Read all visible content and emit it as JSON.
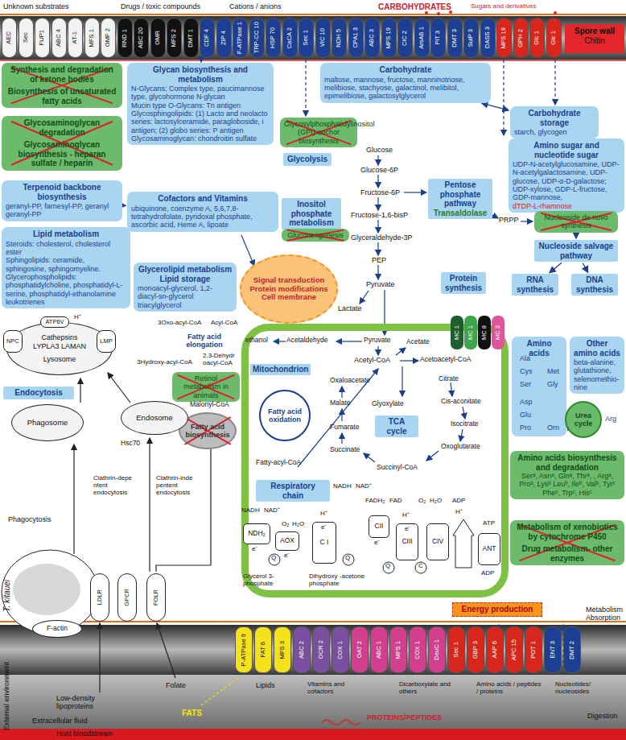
{
  "diagram": {
    "nodes": [
      {
        "text": [
          "Synthesis and degradation of ketone bodies",
          "Biosynthesis of unsaturated fatty acids"
        ]
      },
      {
        "text": [
          "Glycosaminoglycan degradation",
          "Glycosaminoglycan biosynthesis - heparan sulfate / heparin"
        ]
      },
      {
        "text": [
          "Glycan biosynthesis and metabolism",
          "N-Glycans; Complex type, paucimannose type, glycohormone N-glycan",
          "Mucin type O-Glycans: Tn antigen",
          "Glycosphingolipids: (1) Lacto and neolacto series: lactosylceramide, paragloboside, i antigen; (2) globo series: P antigen",
          "Glycosaminoglycan: chondroitin sulfate"
        ]
      },
      {
        "text": [
          "Carbohydrate",
          "maltose, mannose, fructose, manninotriose, melibiose, stachyose, galactinol, melibitol, epimelibiose, galactosylglycerol"
        ]
      },
      {
        "text": [
          "Carbohydrate storage",
          "starch, glycogen"
        ]
      },
      {
        "text": [
          "Glycosylphosphatidylinositol (GPI)-anchor biosynthesis"
        ]
      },
      {
        "text": [
          "Glycolysis"
        ]
      },
      {
        "text": [
          "Amino sugar and nucleotide sugar",
          "UDP-N-acetylglucosamine, UDP-N-acetylgalactosamine, UDP-glucose, UDP-α-D-galactose; UDP-xylose, GDP-L-fructose, GDP-mannose,",
          "dTDP-L-rhamnose"
        ]
      },
      {
        "text": [
          "Terpenoid backbone biosynthesis",
          "geranyl-PP, farnesyl-PP, geranyl geranyl-PP"
        ]
      },
      {
        "text": [
          "Cofactors and Vitamins",
          "ubiquinone, coenzyme A, 5,6,7,8-tetrahydrofolate, pyridoxal phosphate, ascorbic acid, Heme A, lipoate"
        ]
      },
      {
        "text": [
          "Inositol phosphate metabolism"
        ]
      },
      {
        "text": [
          "Gluconeogenesis"
        ]
      },
      {
        "text": [
          "Pentose phosphate pathway",
          "Transaldolase"
        ]
      },
      {
        "text": [
          "Nucleoside de novo synthesis"
        ]
      },
      {
        "text": [
          "Nucleoside salvage pathway"
        ]
      },
      {
        "text": [
          "Lipid metabolism",
          "Steroids: cholesterol, cholesterol ester",
          "Sphingolipids: ceramide, sphingosine, sphingomyeline.",
          "Glycerophospholipids: phosphatidylcholine, phosphatidyl-L-serine, phosphatidyl-ethanolamine",
          "leukotrienes"
        ]
      },
      {
        "text": [
          "Signal transduction",
          "Protein modifications",
          "Cell membrane"
        ]
      },
      {
        "text": [
          "Glycerolipid metabolism Lipid storage",
          "monoacyl-glycerol, 1,2-diacyl-sn-glycerol triacylglycerol"
        ]
      },
      {
        "text": [
          "Protein synthesis"
        ]
      },
      {
        "text": [
          "RNA synthesis"
        ]
      },
      {
        "text": [
          "DNA synthesis"
        ]
      },
      {
        "text": [
          "Amino acids"
        ]
      },
      {
        "text": [
          "Other amino acids",
          "beta-alanine, glutathione, selenomethio-nine"
        ]
      },
      {
        "text": [
          "Urea cycle"
        ]
      },
      {
        "text": [
          "Amino acids biosynthesis and degradation",
          "Serᵃ, Asnᵃ, Glnᵃ, Thrᵃ, , Argᵃ, Proᵃ, Lysᵇ Leuᵇ, Ileᵇ, Valᵇ, Tyrᶜ Pheᶜ, Trpᶜ, Hisᶜ"
        ]
      },
      {
        "text": [
          "Mitochondrion"
        ]
      },
      {
        "text": [
          "TCA cycle"
        ],
        "in": 25
      },
      {
        "text": [
          "Fatty acid oxidation"
        ],
        "in": 25
      },
      {
        "text": [
          "Respiratory chain"
        ],
        "in": 25
      },
      {
        "text": [
          "NDH₂"
        ],
        "in": 25
      },
      {
        "text": [
          "AOX"
        ],
        "in": 25
      },
      {
        "text": [
          "C I"
        ],
        "in": 25
      },
      {
        "text": [
          "CII"
        ],
        "in": 25
      },
      {
        "text": [
          "CIII"
        ],
        "in": 25
      },
      {
        "text": [
          "CIV"
        ],
        "in": 25
      },
      {
        "text": [
          "ANT"
        ],
        "in": 25
      },
      {
        "text": [
          "Retinol metabolism in animals"
        ]
      },
      {
        "text": [
          "Fatty acid biosynthesis"
        ]
      },
      {
        "text": [
          "Metabolism of xenobiotics by cytochrome P450",
          "Drug metabolism- other enzymes"
        ]
      },
      {
        "text": [
          "Energy production"
        ]
      },
      {
        "text": [
          "Endocytosis"
        ]
      },
      {
        "text": [
          "Cathepsins LYPLA3 LAMAN",
          "Lysosome"
        ]
      },
      {
        "text": [
          "NPC"
        ]
      },
      {
        "text": [
          "ATP6V"
        ]
      },
      {
        "text": [
          "LMP"
        ]
      },
      {
        "text": [
          "Phagosome"
        ]
      },
      {
        "text": [
          "Endosome"
        ]
      },
      {
        "text": [
          "LDLR"
        ]
      },
      {
        "text": [
          "GPCR"
        ]
      },
      {
        "text": [
          "FOLR"
        ]
      },
      {
        "text": [
          "F-actin"
        ]
      },
      {
        "text": [
          "Spore wall",
          "Chitin"
        ]
      },
      {
        "text": [
          "MC 1"
        ]
      },
      {
        "text": [
          "MC 1"
        ]
      },
      {
        "text": [
          "MC 8"
        ]
      },
      {
        "text": [
          "MC 3"
        ]
      },
      {
        "text": [
          "AEC"
        ]
      },
      {
        "text": [
          "Sec"
        ]
      },
      {
        "text": [
          "FUP1"
        ]
      },
      {
        "text": [
          "ABC 4"
        ]
      },
      {
        "text": [
          "AT-1"
        ]
      },
      {
        "text": [
          "MFS 1"
        ]
      },
      {
        "text": [
          "OMF 2"
        ]
      },
      {
        "text": [
          "RND 1"
        ]
      },
      {
        "text": [
          "ABC 20"
        ]
      },
      {
        "text": [
          "OMR"
        ]
      },
      {
        "text": [
          "MFS 2"
        ]
      },
      {
        "text": [
          "DMT 1"
        ]
      },
      {
        "text": [
          "CDF 4"
        ]
      },
      {
        "text": [
          "ZIP 4"
        ]
      },
      {
        "text": [
          "F-ATPase 1"
        ]
      },
      {
        "text": [
          "TRP-CC 10"
        ]
      },
      {
        "text": [
          "HSP 70"
        ]
      },
      {
        "text": [
          "CaCA 2"
        ]
      },
      {
        "text": [
          "Sec 1"
        ]
      },
      {
        "text": [
          "VIC 10"
        ]
      },
      {
        "text": [
          "NDH 5"
        ]
      },
      {
        "text": [
          "CPA1 3"
        ]
      },
      {
        "text": [
          "ABC 3"
        ]
      },
      {
        "text": [
          "MFS 19"
        ]
      },
      {
        "text": [
          "ClC 2"
        ]
      },
      {
        "text": [
          "ArsAB 1"
        ]
      },
      {
        "text": [
          "PiT 3"
        ]
      },
      {
        "text": [
          "DMT 3"
        ]
      },
      {
        "text": [
          "SulP 3"
        ]
      },
      {
        "text": [
          "DASS 3"
        ]
      },
      {
        "text": [
          "MFS 19"
        ]
      },
      {
        "text": [
          "GPH 2"
        ]
      },
      {
        "text": [
          "Glc 1"
        ]
      },
      {
        "text": [
          "Glc 1"
        ]
      },
      {
        "text": [
          "P-ATPase 9"
        ]
      },
      {
        "text": [
          "FAT 6"
        ]
      },
      {
        "text": [
          "MFS 3"
        ]
      },
      {
        "text": [
          "ABC 2"
        ]
      },
      {
        "text": [
          "OCR 2"
        ]
      },
      {
        "text": [
          "COX 1"
        ]
      },
      {
        "text": [
          "OAT 2"
        ]
      },
      {
        "text": [
          "ABC 1"
        ]
      },
      {
        "text": [
          "MFS 1"
        ]
      },
      {
        "text": [
          "COX 1"
        ]
      },
      {
        "text": [
          "DeuC 1"
        ]
      },
      {
        "text": [
          "Sec 1"
        ]
      },
      {
        "text": [
          "GBP 3"
        ]
      },
      {
        "text": [
          "AAP 6"
        ]
      },
      {
        "text": [
          "APC 15"
        ]
      },
      {
        "text": [
          "POT 1"
        ]
      },
      {
        "text": [
          "ENT 3"
        ]
      },
      {
        "text": [
          "DMT 2"
        ]
      }
    ],
    "edges": [
      {
        "from": 13,
        "to": 14,
        "arrow": "to"
      },
      {
        "from": 14,
        "to": 19,
        "arrow": "to"
      },
      {
        "from": 14,
        "to": 20,
        "arrow": "to"
      },
      {
        "from": 3,
        "to": 4,
        "arrow": "both"
      },
      {
        "from": 7,
        "to": 4,
        "arrow": "to"
      },
      {
        "from": 8,
        "to": 9,
        "arrow": "to"
      }
    ],
    "labels": [
      "Unknown substrates",
      "Drugs / toxic compounds",
      "Cations / anions",
      "CARBOHYDRATES",
      "Sugars and derivatives",
      "Glucose",
      "Glucose-6P",
      "Fructose-6P",
      "Fructose-1,6-bisP",
      "Glyceraldehyde-3P",
      "PEP",
      "Pyruvate",
      "Lactate",
      "PRPP",
      "ethanol",
      "Acetaldehyde",
      "Pyruvate",
      "Acetyl-CoA",
      "Acetate",
      "Acetoacetyl-CoA",
      "Oxaloacetate",
      "Citrate",
      "Malate",
      "Glyoxylate",
      "Cis-aconitate",
      "Fumarate",
      "Isocitrate",
      "Succinate",
      "Succinyl-CoA",
      "Oxoglutarate",
      "Fatty-acyl-CoA",
      "Ala",
      "Cys",
      "Met",
      "Ser",
      "Gly",
      "Asp",
      "Glu",
      "Pro",
      "Orn",
      "Arg",
      "3Oxo-acyl-CoA",
      "Acyl-CoA",
      "Fatty acid elongation",
      "3Hydroxy-acyl-CoA",
      "2,3-Dehydr oacyl-CoA",
      "Malonyl-CoA",
      "NADH",
      "NAD⁺",
      "O₂",
      "H₂O",
      "NADH",
      "NAD⁺",
      "H⁺",
      "FADH₂",
      "FAD",
      "H⁺",
      "O₂",
      "H₂O",
      "ADP",
      "H⁺",
      "ATP",
      "e⁻",
      "e⁻",
      "e⁻",
      "e⁻",
      "e⁻",
      "Q",
      "Q",
      "Q",
      "C",
      "Glycerol 3-phosphate",
      "Dihydroxy -acetone phosphate",
      "ADP",
      "H⁺",
      "Hsc70",
      "Clathrin-depe ntent endocytosis",
      "Clathrin-inde pentent endocytosis",
      "Phagocytosis",
      "Folate",
      "Low-density lipoproteins",
      "T. kitauei",
      "External environment",
      "Extracellular fluid",
      "Host bloodstream",
      "Metabolism",
      "Absorption",
      "Digestion",
      "FATS",
      "Lipids",
      "Vitamins and cofactors",
      "Dicarboxylate and others",
      "PROTEINS/PEPTIDES",
      "Amino acids / peptides / proteins",
      "Nucleotides/ nucleosides"
    ]
  }
}
